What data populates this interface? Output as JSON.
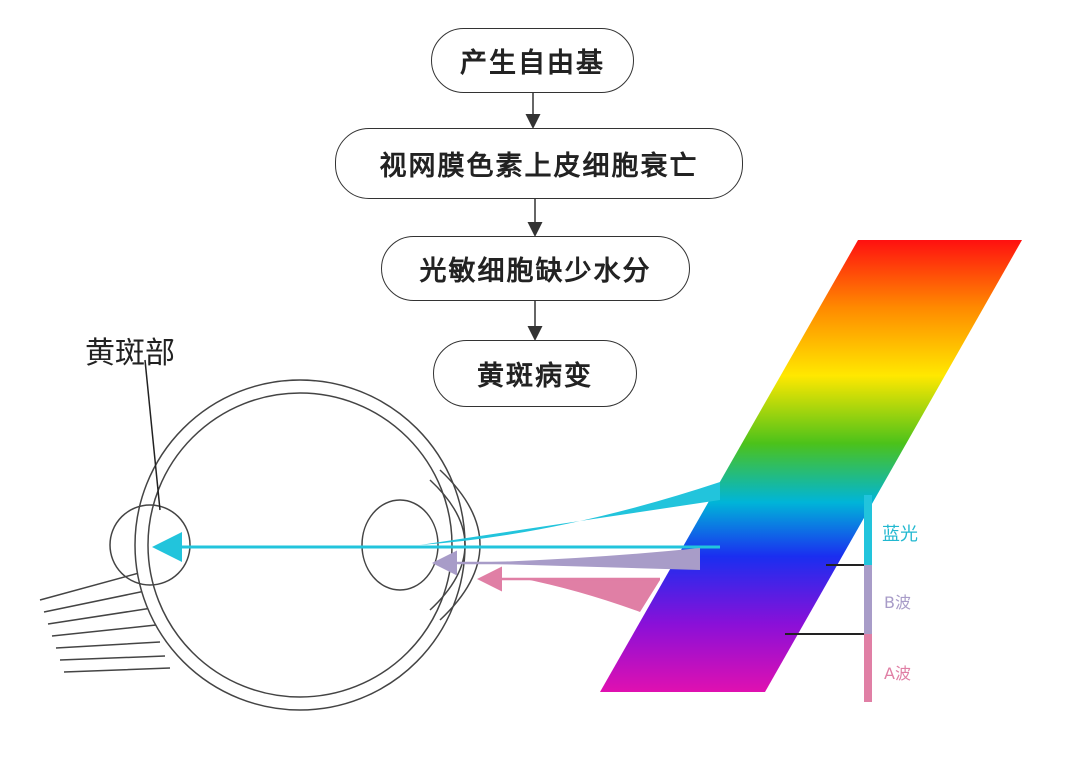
{
  "flowchart": {
    "steps": [
      "产生自由基",
      "视网膜色素上皮细胞衰亡",
      "光敏细胞缺少水分",
      "黄斑病变"
    ]
  },
  "eye": {
    "macula_label": "黄斑部"
  },
  "spectrum": {
    "bands": [
      {
        "label": "蓝光",
        "color": "#22c4dc"
      },
      {
        "label": "B波",
        "color": "#a89cc8"
      },
      {
        "label": "A波",
        "color": "#e07fa5"
      }
    ]
  }
}
